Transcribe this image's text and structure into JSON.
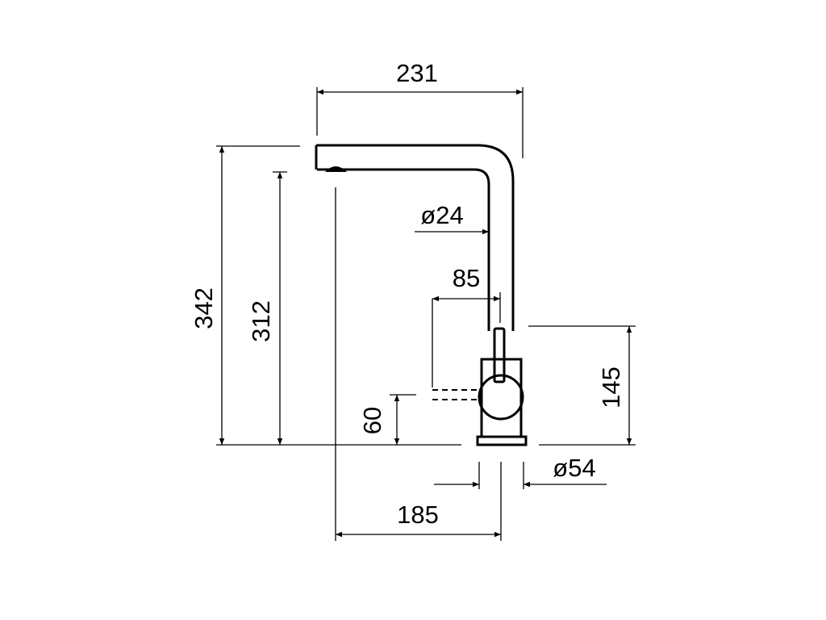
{
  "dimensions": {
    "spout_reach": "231",
    "total_height": "342",
    "spout_height": "312",
    "spout_diameter": "ø24",
    "lever_offset": "85",
    "body_height": "145",
    "lever_height": "60",
    "base_diameter": "ø54",
    "outlet_reach": "185"
  }
}
